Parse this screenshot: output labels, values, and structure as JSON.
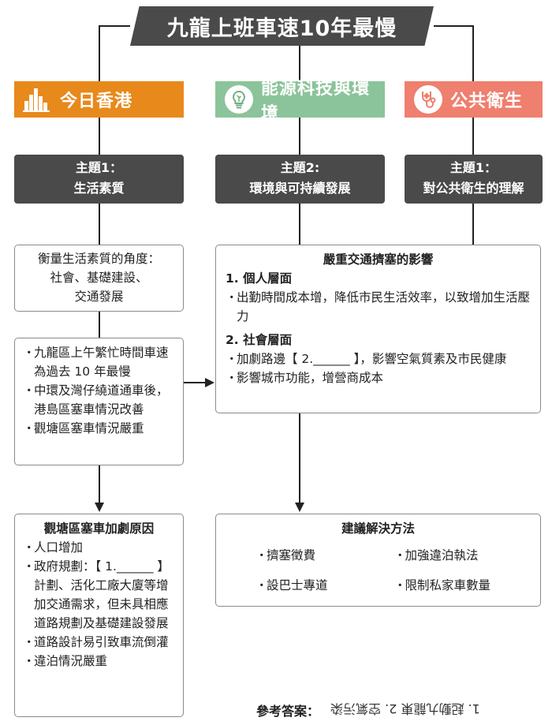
{
  "title": "九龍上班車速10年最慢",
  "categories": [
    {
      "label": "今日香港",
      "icon": "city-skyline-icon",
      "color": "#e8891b"
    },
    {
      "label": "能源科技與環境",
      "icon": "lightbulb-icon",
      "color": "#8bc49a"
    },
    {
      "label": "公共衛生",
      "icon": "stethoscope-icon",
      "color": "#ef7f6e"
    }
  ],
  "themes": [
    {
      "line1": "主題1：",
      "line2": "生活素質"
    },
    {
      "line1": "主題2:",
      "line2": "環境與可持續發展"
    },
    {
      "line1": "主題1：",
      "line2": "對公共衛生的理解"
    }
  ],
  "angle_box": {
    "line1": "衡量生活素質的角度：",
    "line2": "社會、基礎建設、",
    "line3": "交通發展"
  },
  "facts_box": {
    "items": [
      "九龍區上午繁忙時間車速為過去 10 年最慢",
      "中環及灣仔繞道通車後，港島區塞車情況改善",
      "觀塘區塞車情況嚴重"
    ]
  },
  "impact_box": {
    "title": "嚴重交通擠塞的影響",
    "section1_title": "1. 個人層面",
    "section1_items": [
      "出勤時間成本增，降低市民生活效率，以致增加生活壓力"
    ],
    "section2_title": "2. 社會層面",
    "section2_items": [
      "加劇路邊【 2.______ 】，影響空氣質素及市民健康",
      "影響城市功能，增營商成本"
    ]
  },
  "causes_box": {
    "title": "觀塘區塞車加劇原因",
    "items": [
      "人口增加",
      "政府規劃：【 1.______ 】計劃、活化工廠大廈等增加交通需求，但未具相應道路規劃及基礎建設發展",
      "道路設計易引致車流倒灌",
      "違泊情況嚴重"
    ]
  },
  "solutions_box": {
    "title": "建議解決方法",
    "items": [
      "擠塞徵費",
      "加強違泊執法",
      "設巴士專道",
      "限制私家車數量"
    ]
  },
  "answer": {
    "label": "參考答案：",
    "text": "1. 起動九龍東 2. 空氣污染"
  },
  "bullet": "・"
}
